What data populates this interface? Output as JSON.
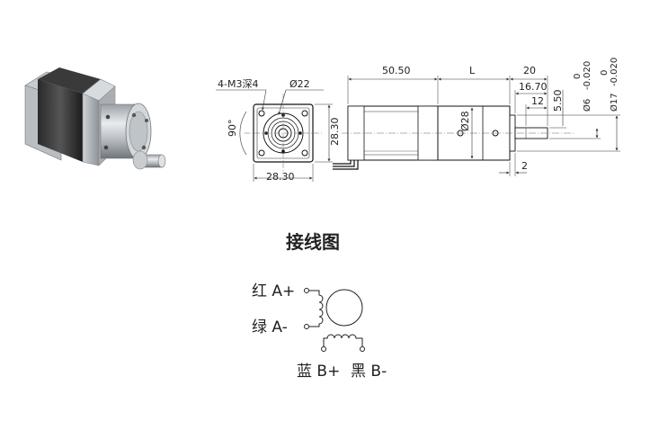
{
  "drawing": {
    "front_view": {
      "hole_note": "4-M3深4",
      "pilot_diameter": "Ø22",
      "angle": "90°",
      "width": "28.30",
      "height": "28.30"
    },
    "side_view": {
      "motor_length": "50.50",
      "gearbox_length": "L",
      "shaft_length": "20",
      "flat_length": "16.70",
      "key_length": "12",
      "flat_depth": "5.50",
      "shaft_diameter": "Ø6",
      "shaft_tol_upper": "0",
      "shaft_tol_lower": "-0.020",
      "boss_diameter": "Ø17",
      "boss_tol_upper": "0",
      "boss_tol_lower": "-0.020",
      "gearbox_diameter": "Ø28",
      "boss_length": "2"
    }
  },
  "wiring": {
    "title": "接线图",
    "red": "红 A+",
    "green": "绿 A-",
    "blue": "蓝 B+",
    "black": "黑 B-"
  }
}
